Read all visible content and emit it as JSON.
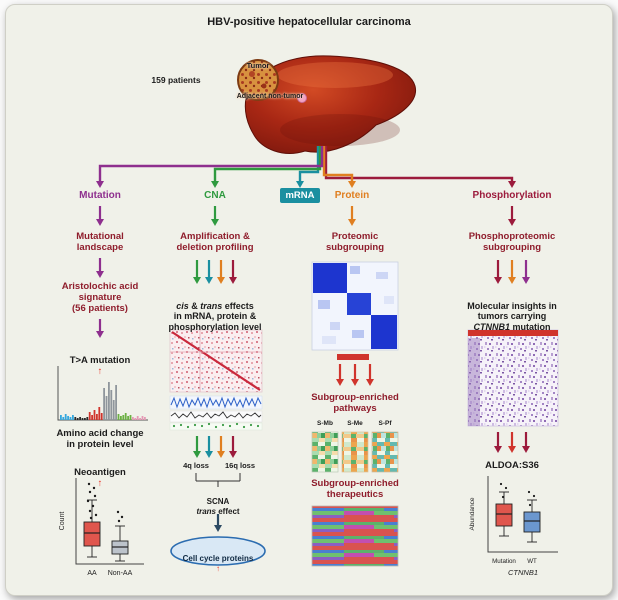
{
  "title": "HBV-positive hepatocellular carcinoma",
  "liver": {
    "patients": "159 patients",
    "tumor": "Tumor",
    "adjacent": "Adjacent non-tumor"
  },
  "branches": {
    "mutation": "Mutation",
    "cna": "CNA",
    "mrna": "mRNA",
    "protein": "Protein",
    "phospho": "Phosphorylation"
  },
  "mutation_col": {
    "landscape": "Mutational\nlandscape",
    "signature": "Aristolochic acid\nsignature\n(56 patients)",
    "ta_mutation": "T>A mutation",
    "amino_acid": "Amino acid change\nin protein level",
    "neoantigen": "Neoantigen",
    "box": {
      "ylabel": "Count",
      "cat1": "AA",
      "cat2": "Non-AA"
    }
  },
  "cna_col": {
    "amp_del": "Amplification &\ndeletion profiling",
    "cis": "cis",
    "sep": " & ",
    "trans": "trans",
    "effects": " effects\nin mRNA, protein &\nphosphorylation level",
    "loss4q": "4q loss",
    "loss16q": "16q loss",
    "scna": "SCNA\n",
    "scna_trans": "trans",
    "scna_effect": " effect",
    "cell_cycle": "Cell cycle proteins"
  },
  "protein_col": {
    "subgrouping": "Proteomic\nsubgrouping",
    "pathways": "Subgroup-enriched\npathways",
    "g1": "S-Mb",
    "g2": "S-Me",
    "g3": "S-Pf",
    "therapeutics": "Subgroup-enriched\ntherapeutics"
  },
  "phospho_col": {
    "subgrouping": "Phosphoproteomic\nsubgrouping",
    "insights_pre": "Molecular insights in\ntumors carrying\n",
    "gene": "CTNNB1",
    "insights_post": " mutation",
    "site": "ALDOA:S36",
    "box": {
      "ylabel": "Abundance",
      "cat1": "Mutation",
      "cat2": "WT",
      "xlabel": "CTNNB1"
    }
  },
  "glyphs": {
    "up": "↑"
  },
  "colors": {
    "mutation": "#8e2f8e",
    "cna": "#2f9a3f",
    "mrna": "#1a8fa0",
    "protein": "#e07f20",
    "phospho": "#9c1b3c",
    "step_title": "#8f1d2c",
    "up_arrow": "#e8392b"
  }
}
